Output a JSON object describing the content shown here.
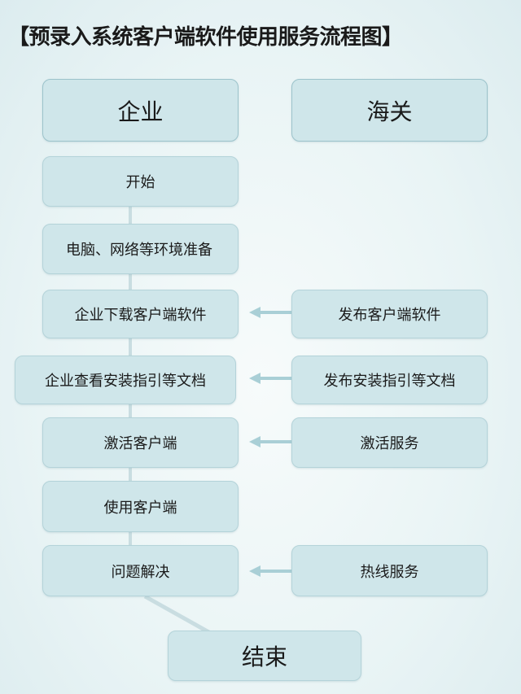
{
  "title": "【预录入系统客户端软件使用服务流程图】",
  "lanes": {
    "enterprise": "企业",
    "customs": "海关"
  },
  "enterprise_steps": {
    "start": "开始",
    "env_prep": "电脑、网络等环境准备",
    "download": "企业下载客户端软件",
    "view_docs": "企业查看安装指引等文档",
    "activate": "激活客户端",
    "use": "使用客户端",
    "solve": "问题解决"
  },
  "customs_steps": {
    "publish_software": "发布客户端软件",
    "publish_docs": "发布安装指引等文档",
    "activation_service": "激活服务",
    "hotline": "热线服务"
  },
  "end": "结束",
  "colors": {
    "box_fill": "#cfe6ea",
    "box_border": "#b4d3d9",
    "connector": "#c9dde1",
    "arrow": "#a9cfd6"
  }
}
